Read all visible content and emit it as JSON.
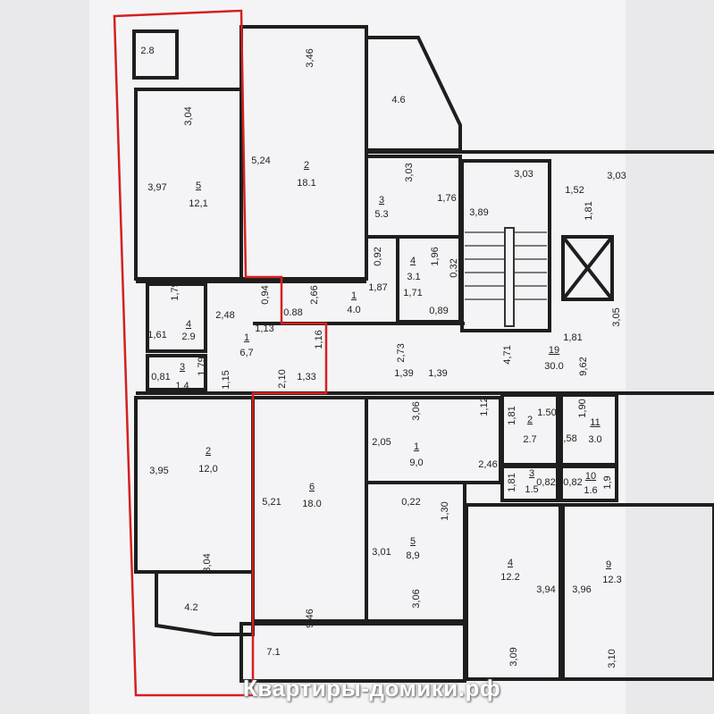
{
  "watermark": "Квартиры-домики.рф",
  "colors": {
    "outline": "#d42020",
    "walls": "#1e1e1e",
    "paper": "#f4f4f6"
  },
  "labels": [
    "2.8",
    "3,46",
    "4.6",
    "3,04",
    "5",
    "12,1",
    "3,97",
    "5,24",
    "2",
    "18.1",
    "3,03",
    "3",
    "5.3",
    "1,76",
    "3,89",
    "3,03",
    "1,52",
    "1,81",
    "3,03",
    "0,92",
    "1,96",
    "4",
    "3.1",
    "1,87",
    "1,71",
    "0,32",
    "0,89",
    "1,79",
    "2,48",
    "0,94",
    "2,66",
    "0.88",
    "1",
    "4.0",
    "1,61",
    "4",
    "2.9",
    "1",
    "6,7",
    "1,13",
    "1,16",
    "2,73",
    "4,71",
    "19",
    "30.0",
    "9,62",
    "1,81",
    "3,05",
    "0,81",
    "3",
    "1.4",
    "1,79",
    "1,15",
    "2,10",
    "1,33",
    "1,39",
    "1,39",
    "3,06",
    "1,12",
    "1,81",
    "2",
    "2.7",
    "1.50",
    "1,90",
    "11",
    "3.0",
    "1,58",
    "2,05",
    "1",
    "9,0",
    "2,46",
    "2",
    "12,0",
    "3,95",
    "5,21",
    "6",
    "18.0",
    "1,81",
    "3",
    "1.5",
    "0,82",
    "0,82",
    "10",
    "1.6",
    "1,9",
    "0,22",
    "1,30",
    "3,01",
    "5",
    "8,9",
    "3,04",
    "4",
    "12.2",
    "3,94",
    "3,96",
    "9",
    "12.3",
    "9,46",
    "3,06",
    "4.2",
    "7.1",
    "3,09",
    "3,10"
  ]
}
